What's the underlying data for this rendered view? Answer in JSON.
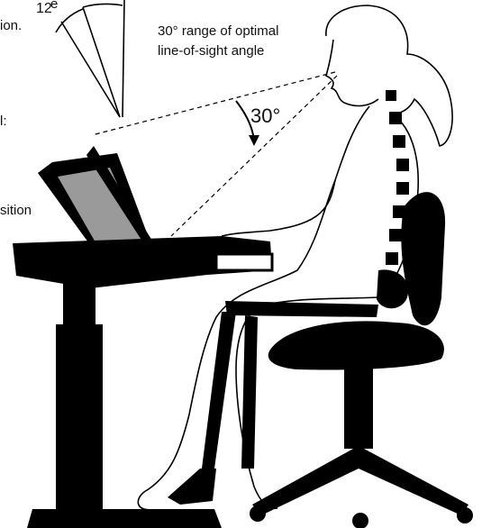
{
  "labels": {
    "top_fragment_1": "e",
    "top_fragment_2": "ion.",
    "left_fragment_1": "l:",
    "left_fragment_2": "sition",
    "range_line_1": "30° range of optimal",
    "range_line_2": "line-of-sight angle",
    "angle_value": "30°",
    "small_angle_value": "12"
  },
  "colors": {
    "ink": "#000000",
    "screen": "#9a9a9a",
    "background": "#ffffff"
  }
}
